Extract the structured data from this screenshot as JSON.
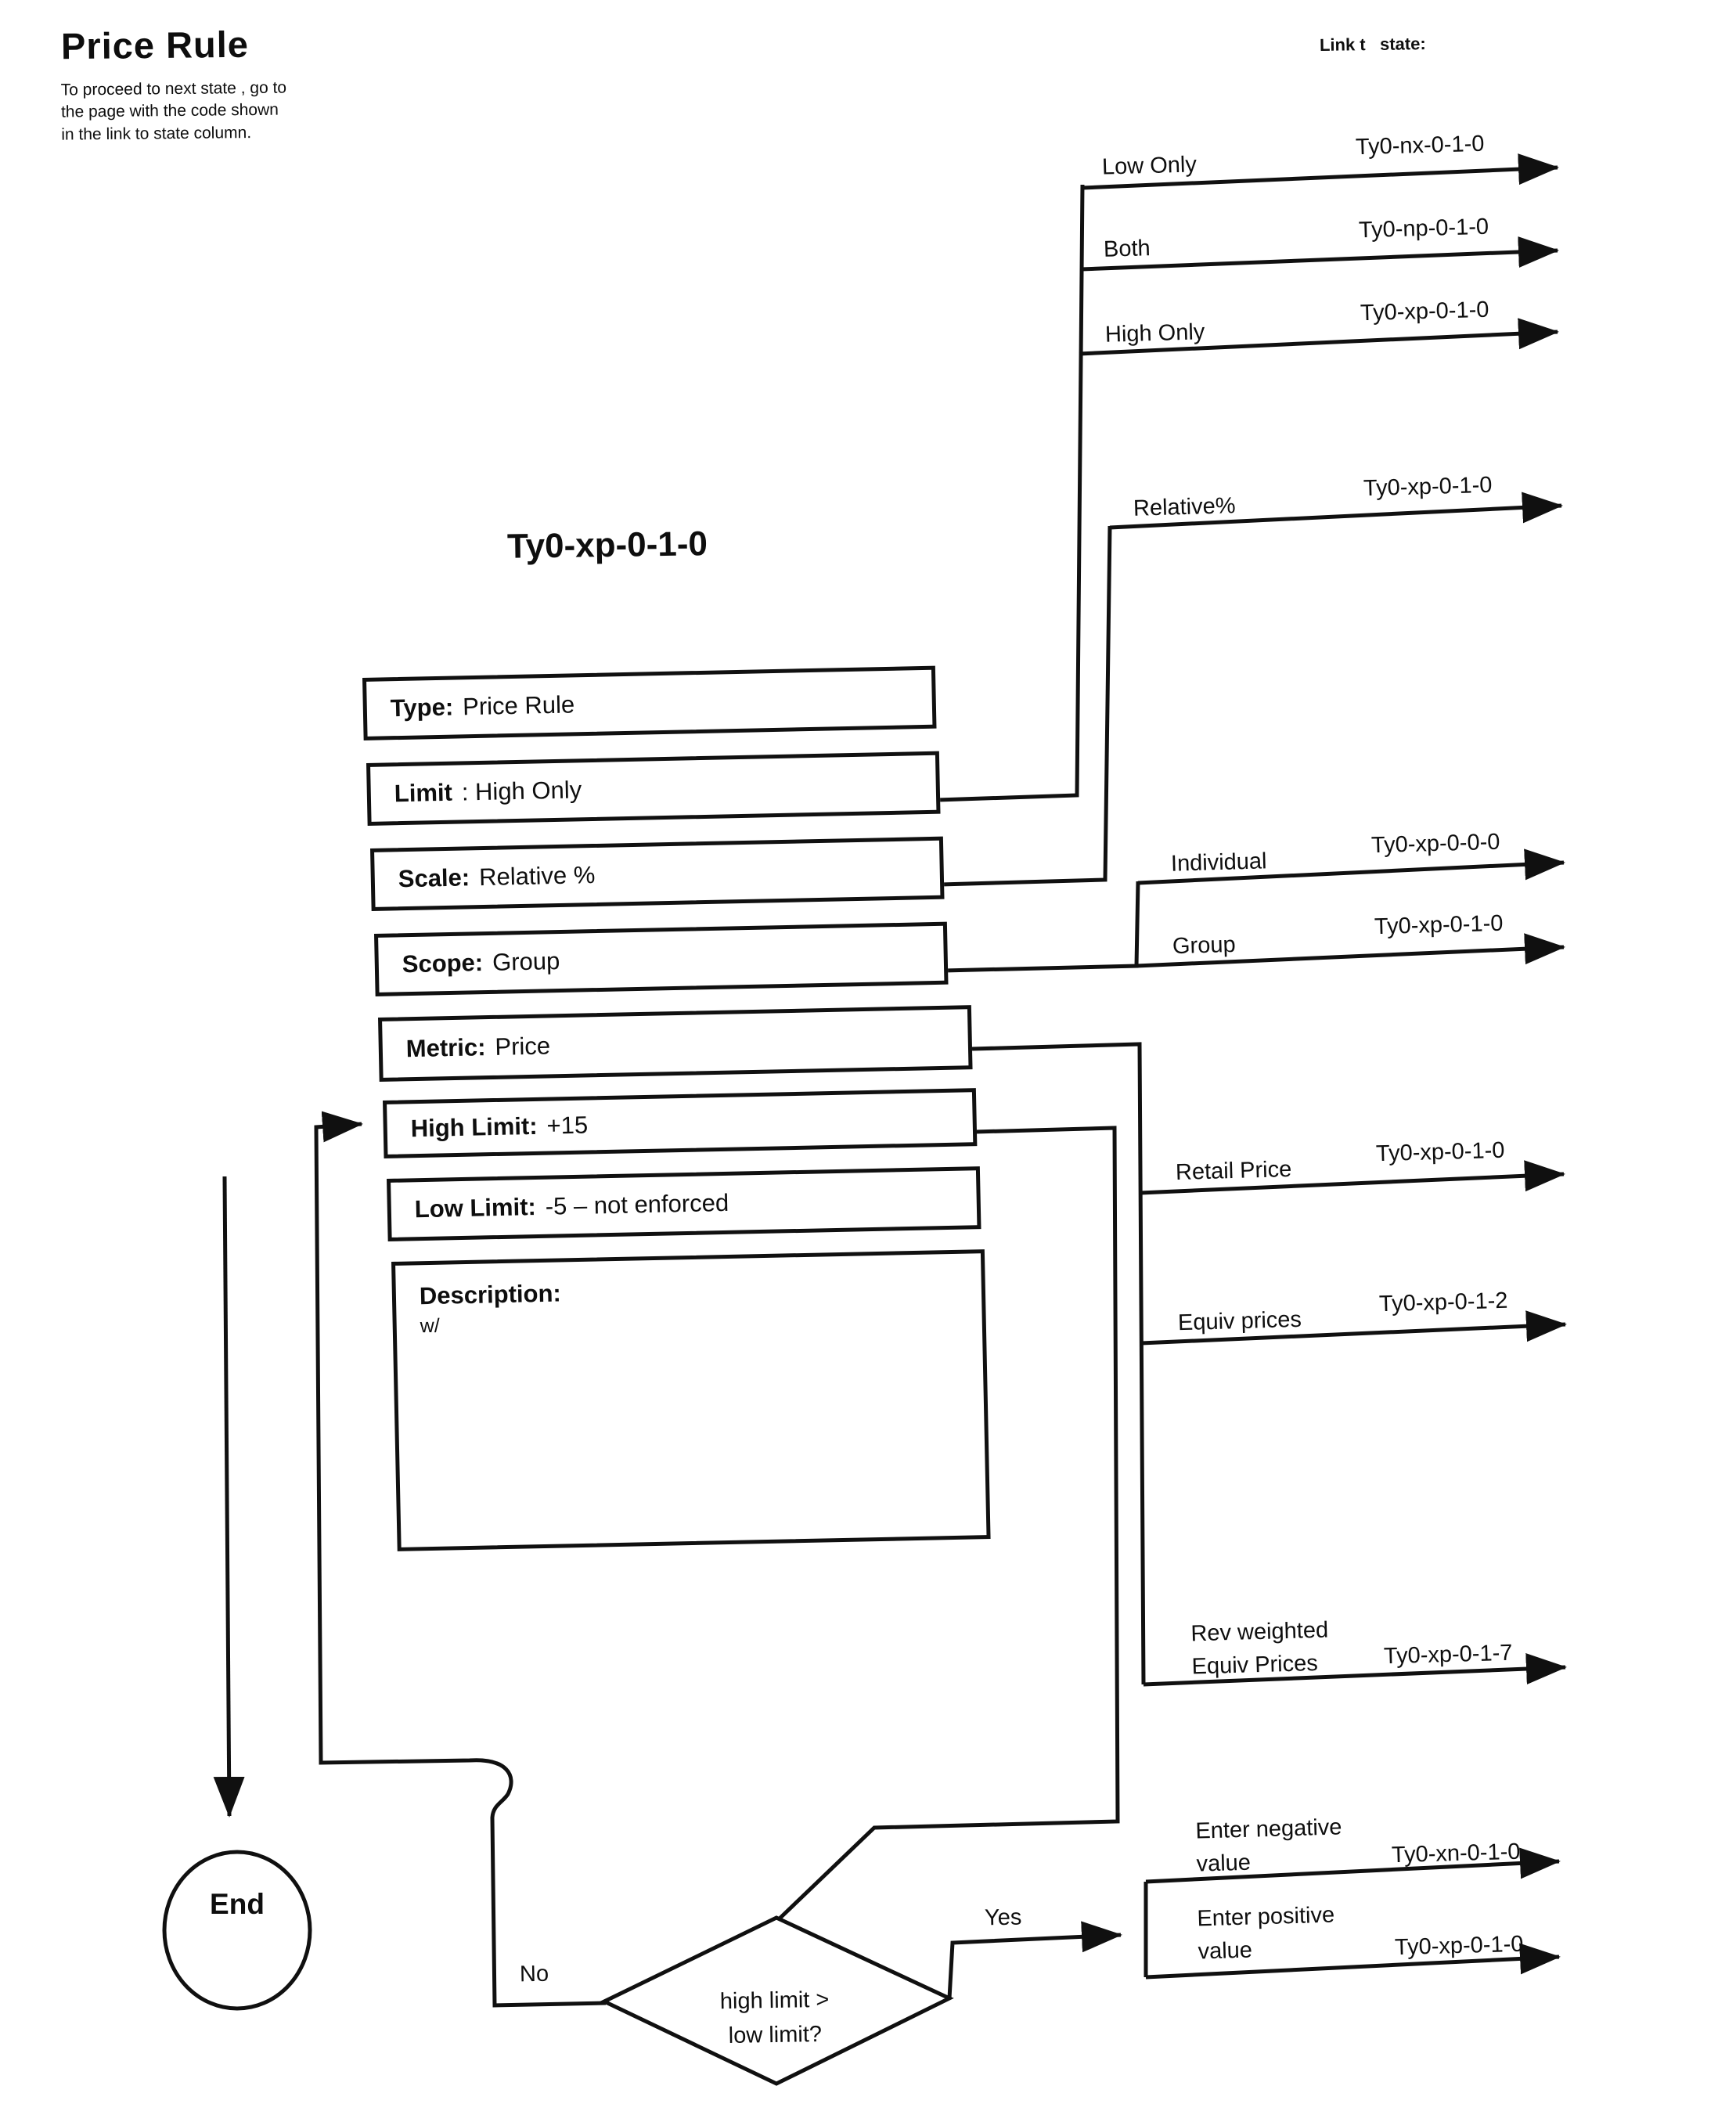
{
  "page": {
    "title": "Price Rule",
    "instructions": "To proceed to next state , go to the page with the code shown in the link to state column.",
    "link_column_header": "Link t   state:",
    "state_code": "Ty0-xp-0-1-0"
  },
  "attributes": [
    {
      "label": "Type:",
      "value": "Price Rule"
    },
    {
      "label": "Limit",
      "value": ": High Only"
    },
    {
      "label": "Scale:",
      "value": "Relative %"
    },
    {
      "label": "Scope:",
      "value": "Group"
    },
    {
      "label": "Metric:",
      "value": "Price"
    },
    {
      "label": "High Limit:",
      "value": "+15"
    },
    {
      "label": "Low Limit:",
      "value": "-5 – not enforced"
    },
    {
      "label": "Description:",
      "value": "w/"
    }
  ],
  "branches": {
    "limit": [
      {
        "label": "Low Only",
        "code": "Ty0-nx-0-1-0"
      },
      {
        "label": "Both",
        "code": "Ty0-np-0-1-0"
      },
      {
        "label": "High Only",
        "code": "Ty0-xp-0-1-0"
      }
    ],
    "scale": [
      {
        "label": "Relative%",
        "code": "Ty0-xp-0-1-0"
      }
    ],
    "scope": [
      {
        "label": "Individual",
        "code": "Ty0-xp-0-0-0"
      },
      {
        "label": "Group",
        "code": "Ty0-xp-0-1-0"
      }
    ],
    "metric": [
      {
        "label": "Retail Price",
        "code": "Ty0-xp-0-1-0"
      },
      {
        "label": "Equiv prices",
        "code": "Ty0-xp-0-1-2"
      },
      {
        "label_line1": "Rev weighted",
        "label_line2": "Equiv Prices",
        "code": "Ty0-xp-0-1-7"
      }
    ],
    "decision": [
      {
        "label_line1": "Enter negative",
        "label_line2": "value",
        "code": "Ty0-xn-0-1-0"
      },
      {
        "label_line1": "Enter positive",
        "label_line2": "value",
        "code": "Ty0-xp-0-1-0"
      }
    ]
  },
  "decision": {
    "question_line1": "high limit >",
    "question_line2": "low limit?",
    "yes_label": "Yes",
    "no_label": "No"
  },
  "terminal": {
    "end_label": "End"
  },
  "colors": {
    "ink": "#101010",
    "paper": "#ffffff"
  }
}
